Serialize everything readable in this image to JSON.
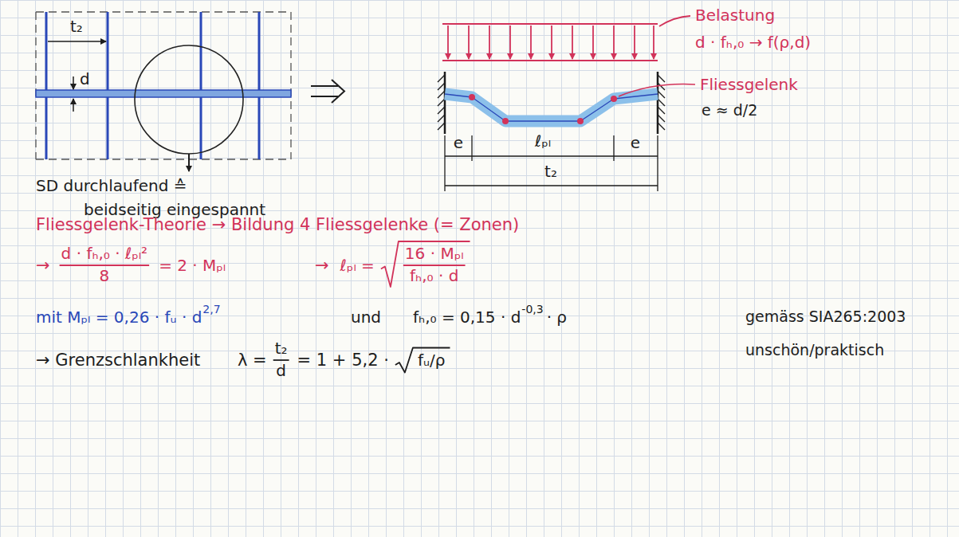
{
  "diagram": {
    "labels": [
      "t₂",
      "d",
      "SD durchlaufend ≙",
      "beidseitig eingespannt",
      "Belastung",
      "d · fₕ,₀ → f(ρ,d)",
      "Fliessgelenk",
      "e ≈ d/2",
      "e",
      "ℓₚₗ",
      "e",
      "t₂",
      "Fliessgelenk-Theorie → Bildung 4 Fliessgelenke (= Zonen)",
      "→",
      "d · fₕ,₀ · ℓₚₗ²",
      "8",
      "= 2 · Mₚₗ",
      "→",
      "ℓₚₗ =",
      "16 · Mₚₗ",
      "fₕ,₀ · d",
      "mit Mₚₗ = 0,26 · fᵤ · d",
      "2,7",
      "und",
      "fₕ,₀ = 0,15 · d",
      "-0,3",
      "· ρ",
      "gemäss SIA265:2003",
      "→ Grenzschlankheit",
      "λ =",
      "t₂",
      "d",
      "= 1 + 5,2 ·",
      "fᵤ/ρ",
      "unschön/praktisch"
    ]
  }
}
